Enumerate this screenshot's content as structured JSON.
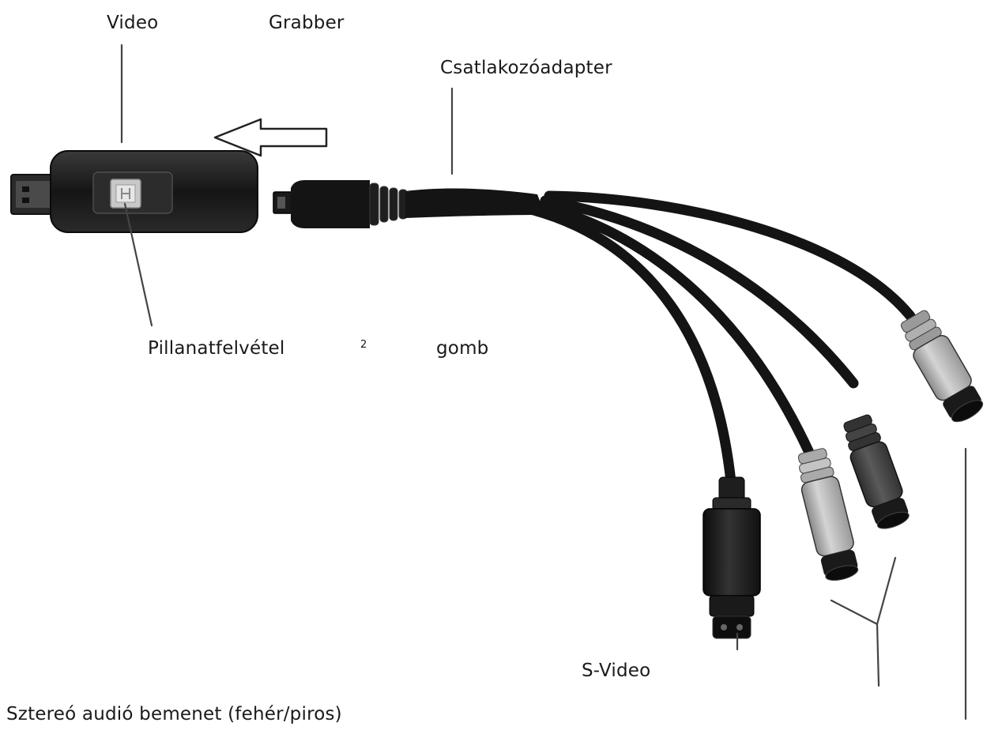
{
  "labels": {
    "video": "Video",
    "grabber": "Grabber",
    "adapter": "Csatlakozóadapter",
    "snapshot": "Pillanatfelvétel",
    "superscript": "2",
    "button": "gomb",
    "svideo": "S-Video",
    "stereo_audio": "Sztereó audió bemenet (fehér/piros)"
  },
  "colors": {
    "body": "#1c1c1c",
    "cable": "#141414",
    "white_plug": "#b9b9b9",
    "red_plug": "#4a4a4a",
    "yellow_plug": "#a8a8a8",
    "leader_line": "#444444"
  }
}
